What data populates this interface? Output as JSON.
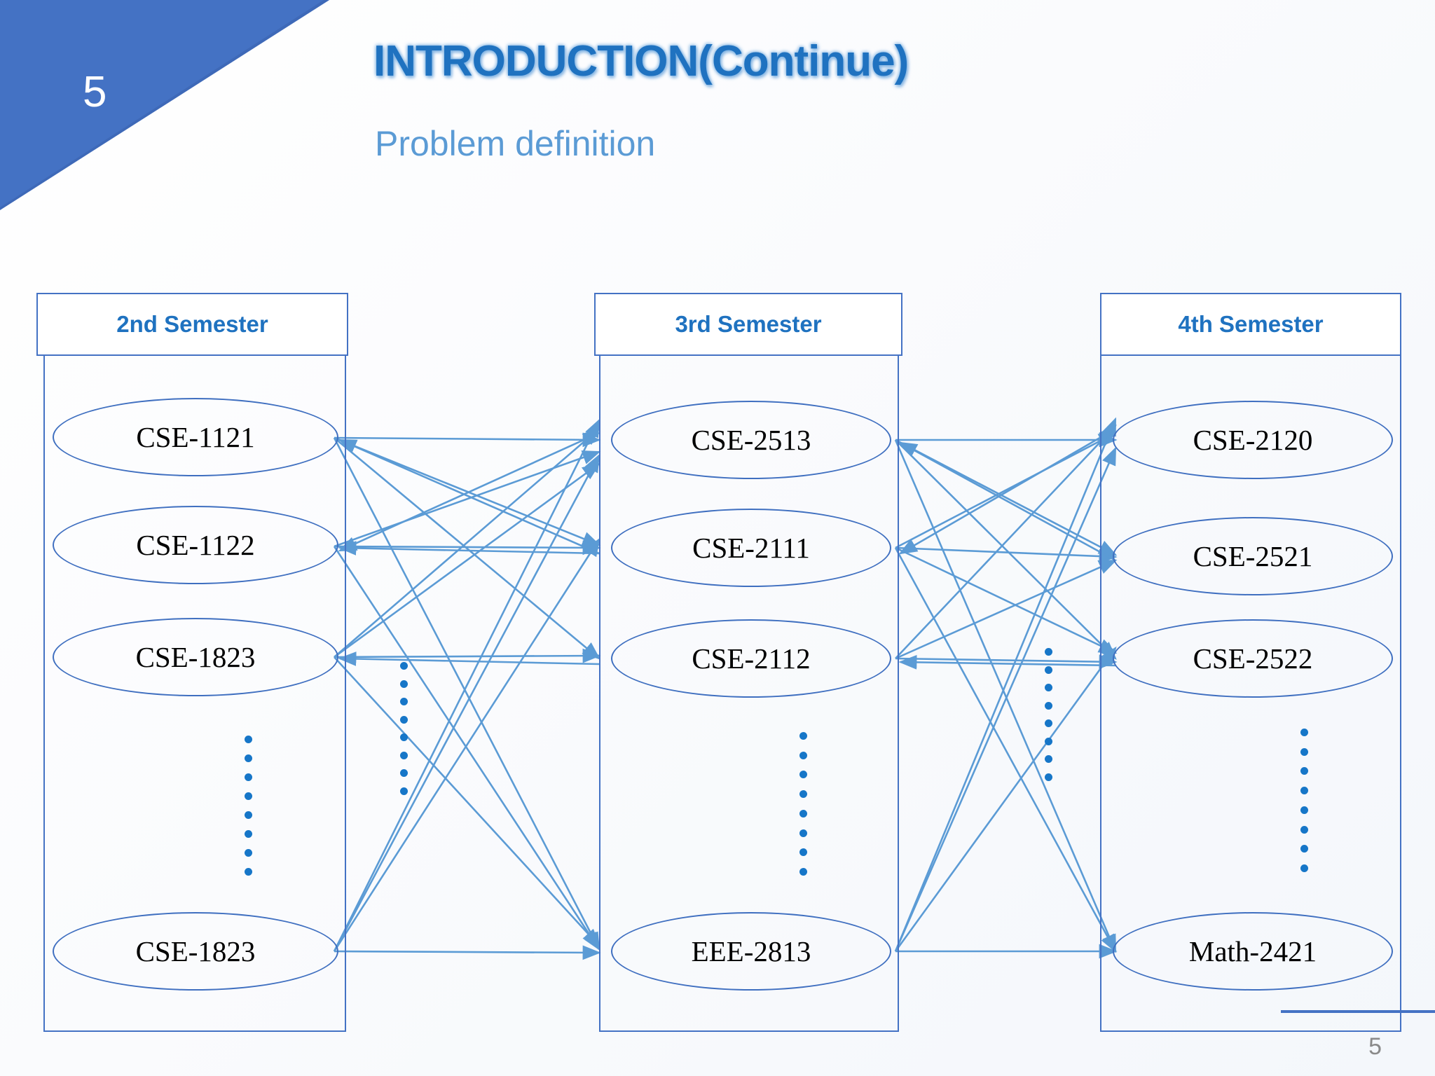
{
  "slide": {
    "number_badge": "5",
    "page_number": "5",
    "title": "INTRODUCTION(Continue)",
    "subtitle": "Problem definition",
    "accent_color": "#1f72c0",
    "subtitle_color": "#5b9bd5",
    "corner_color": "#4472c4",
    "node_border_color": "#3f6fc0",
    "edge_color": "#5b9bd5",
    "dot_color": "#1676c8"
  },
  "diagram": {
    "type": "bipartite-course-prerequisite-graph",
    "columns": [
      {
        "id": "sem2",
        "header": "2nd Semester",
        "nodes": [
          {
            "label": "CSE-1121"
          },
          {
            "label": "CSE-1122"
          },
          {
            "label": "CSE-1823"
          },
          {
            "label": "CSE-1823"
          }
        ],
        "ellipsis_between": "vertical-dots"
      },
      {
        "id": "sem3",
        "header": "3rd Semester",
        "nodes": [
          {
            "label": "CSE-2513"
          },
          {
            "label": "CSE-2111"
          },
          {
            "label": "CSE-2112"
          },
          {
            "label": "EEE-2813"
          }
        ],
        "ellipsis_between": "vertical-dots"
      },
      {
        "id": "sem4",
        "header": "4th Semester",
        "nodes": [
          {
            "label": "CSE-2120"
          },
          {
            "label": "CSE-2521"
          },
          {
            "label": "CSE-2522"
          },
          {
            "label": "Math-2421"
          }
        ],
        "ellipsis_between": "vertical-dots"
      }
    ]
  }
}
